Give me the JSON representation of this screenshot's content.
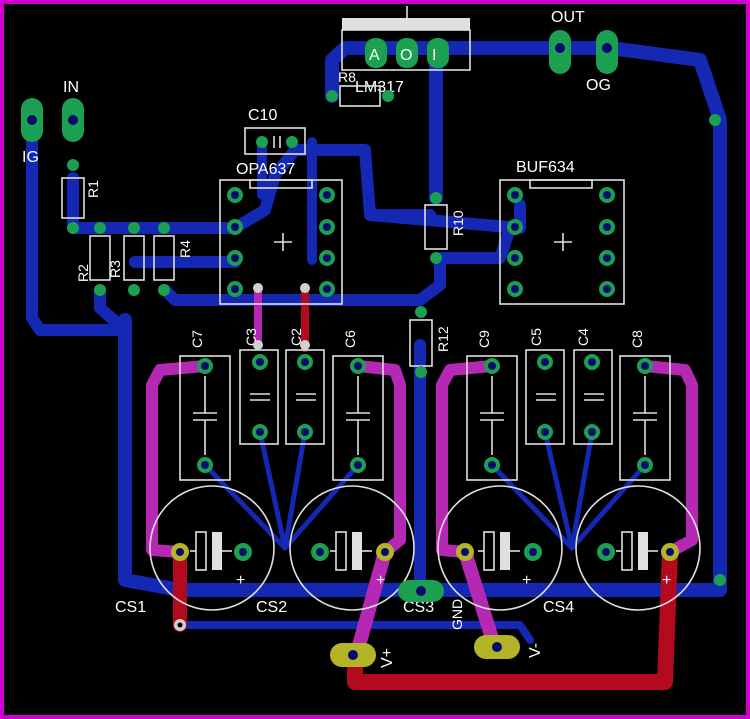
{
  "colors": {
    "background": "#000000",
    "border": "#d000d0",
    "bottom_copper": "#1428b4",
    "top_copper": "#b40a1e",
    "via": "#b428b4",
    "pad": "#1aa050",
    "silkscreen": "#e0e0e0"
  },
  "labels": {
    "regulator": "LM317",
    "regulator_pins": [
      "A",
      "O",
      "I"
    ],
    "out": "OUT",
    "og": "OG",
    "in": "IN",
    "ig": "IG",
    "opamp": "OPA637",
    "buffer": "BUF634",
    "c10": "C10",
    "r1": "R1",
    "r2": "R2",
    "r3": "R3",
    "r4": "R4",
    "r8": "R8",
    "r10": "R10",
    "r12": "R12",
    "c2": "C2",
    "c3": "C3",
    "c4": "C4",
    "c5": "C5",
    "c6": "C6",
    "c7": "C7",
    "c8": "C8",
    "c9": "C9",
    "cs1": "CS1",
    "cs2": "CS2",
    "cs3": "CS3",
    "cs4": "CS4",
    "gnd": "GND",
    "vplus": "V+",
    "vminus": "V-",
    "plus": "+"
  }
}
